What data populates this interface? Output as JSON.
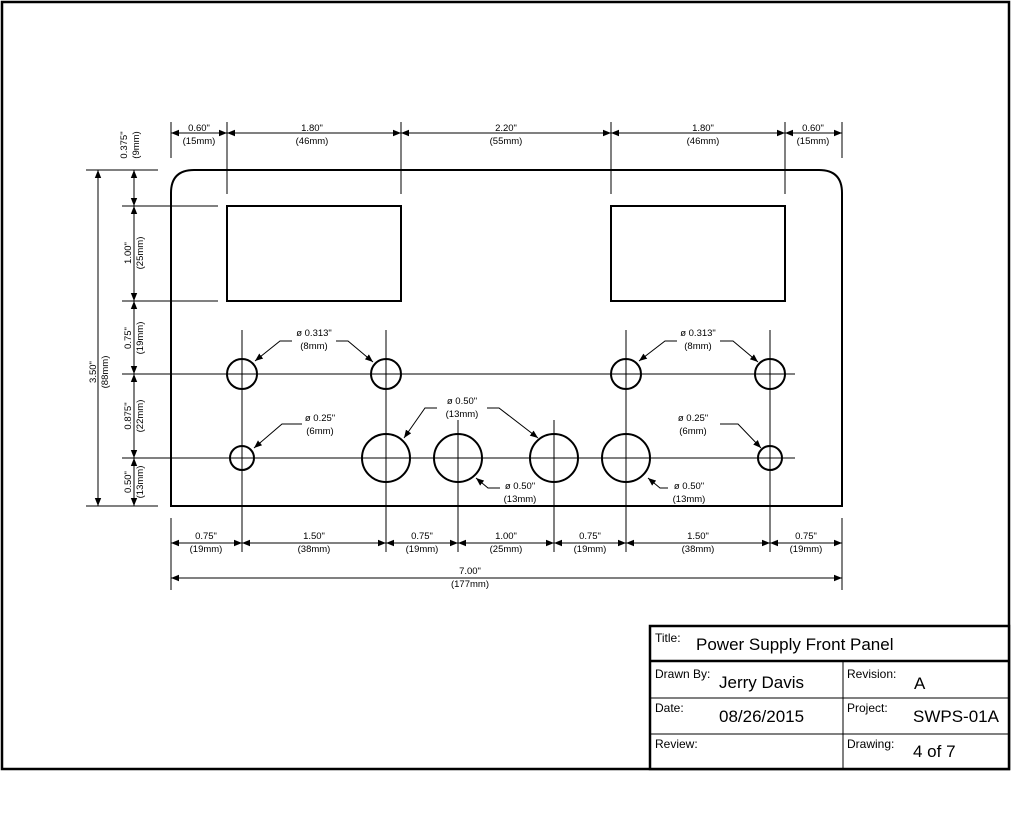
{
  "drawing": {
    "panel_width": {
      "in": "7.00\"",
      "mm": "(177mm)"
    },
    "panel_height": {
      "in": "3.50\"",
      "mm": "(88mm)"
    },
    "top_dims": [
      {
        "in": "0.60\"",
        "mm": "(15mm)"
      },
      {
        "in": "1.80\"",
        "mm": "(46mm)"
      },
      {
        "in": "2.20\"",
        "mm": "(55mm)"
      },
      {
        "in": "1.80\"",
        "mm": "(46mm)"
      },
      {
        "in": "0.60\"",
        "mm": "(15mm)"
      }
    ],
    "bottom_dims": [
      {
        "in": "0.75\"",
        "mm": "(19mm)"
      },
      {
        "in": "1.50\"",
        "mm": "(38mm)"
      },
      {
        "in": "0.75\"",
        "mm": "(19mm)"
      },
      {
        "in": "1.00\"",
        "mm": "(25mm)"
      },
      {
        "in": "0.75\"",
        "mm": "(19mm)"
      },
      {
        "in": "1.50\"",
        "mm": "(38mm)"
      },
      {
        "in": "0.75\"",
        "mm": "(19mm)"
      }
    ],
    "left_dims": [
      {
        "in": "0.375\"",
        "mm": "(9mm)"
      },
      {
        "in": "1.00\"",
        "mm": "(25mm)"
      },
      {
        "in": "0.75\"",
        "mm": "(19mm)"
      },
      {
        "in": "0.875\"",
        "mm": "(22mm)"
      },
      {
        "in": "0.50\"",
        "mm": "(13mm)"
      }
    ],
    "hole_callouts": [
      {
        "in": "ø 0.313\"",
        "mm": "(8mm)"
      },
      {
        "in": "ø 0.313\"",
        "mm": "(8mm)"
      },
      {
        "in": "ø 0.25\"",
        "mm": "(6mm)"
      },
      {
        "in": "ø 0.25\"",
        "mm": "(6mm)"
      },
      {
        "in": "ø 0.50\"",
        "mm": "(13mm)"
      },
      {
        "in": "ø 0.50\"",
        "mm": "(13mm)"
      },
      {
        "in": "ø 0.50\"",
        "mm": "(13mm)"
      }
    ]
  },
  "title_block": {
    "title_label": "Title:",
    "title": "Power Supply Front Panel",
    "drawn_by_label": "Drawn By:",
    "drawn_by": "Jerry Davis",
    "revision_label": "Revision:",
    "revision": "A",
    "date_label": "Date:",
    "date": "08/26/2015",
    "project_label": "Project:",
    "project": "SWPS-01A",
    "review_label": "Review:",
    "review": "",
    "drawing_label": "Drawing:",
    "drawing": "4 of 7"
  }
}
